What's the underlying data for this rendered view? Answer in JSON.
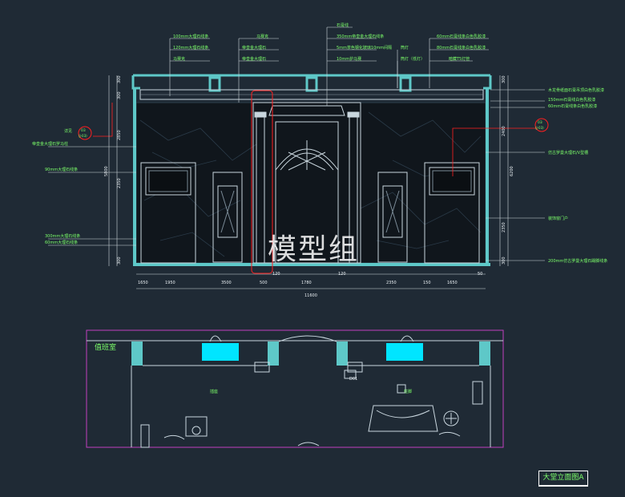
{
  "watermark": "模型组",
  "drawing_title": "大堂立面图A",
  "colors": {
    "bg": "#1f2a35",
    "annotation": "#7cff6a",
    "wall": "#5ec8c8",
    "marble": "#10161c",
    "highlight": "#ff2020",
    "frame": "#c040c0",
    "cyan_fill": "#00e5ff"
  },
  "top_notes": [
    "100mm大理石线条",
    "120mm大理石线条",
    "马赛克",
    "马赛克",
    "帝皇金大理石",
    "帝皇金大理石",
    "石膏线",
    "350mm帝皇金大理石线条",
    "5mm茶色钢化玻璃10mm间隔",
    "10mm护马赛",
    "筒灯",
    "筒灯（低灯）",
    "60mm石膏线条白色乳胶漆",
    "80mm石膏线条白色乳胶漆",
    "暗藏T5灯管"
  ],
  "left_notes": [
    "详见",
    "帝皇金大理石罗马柱",
    "90mm大理石线条",
    "300mm大理石线条",
    "60mm大理石线条"
  ],
  "right_notes": [
    "木龙骨纸面石膏吊顶白色乳胶漆",
    "150mm石膏线白色乳胶漆",
    "60mm石膏线条白色乳胶漆",
    "仿古罗曼大理石/V型槽",
    "装饰窗门户",
    "200mm仿古罗曼大理石踢脚线条"
  ],
  "callout_left": {
    "num": "03",
    "sheet": "(J-03)"
  },
  "callout_right": {
    "num": "03",
    "sheet": "(J-03)"
  },
  "dims_bottom": [
    "1650",
    "1950",
    "3500",
    "500",
    "120",
    "1780",
    "120",
    "2350",
    "150",
    "1650",
    "50"
  ],
  "dims_total": "11600",
  "dims_left": [
    "300",
    "300",
    "2850",
    "2350",
    "300"
  ],
  "dims_left_total": "5800",
  "dims_right": [
    "300",
    "2400",
    "2350",
    "300"
  ],
  "dims_right_total": "6200",
  "plan_label": "值班室",
  "plan_tags": [
    "插座",
    "D01",
    "柱脚"
  ]
}
